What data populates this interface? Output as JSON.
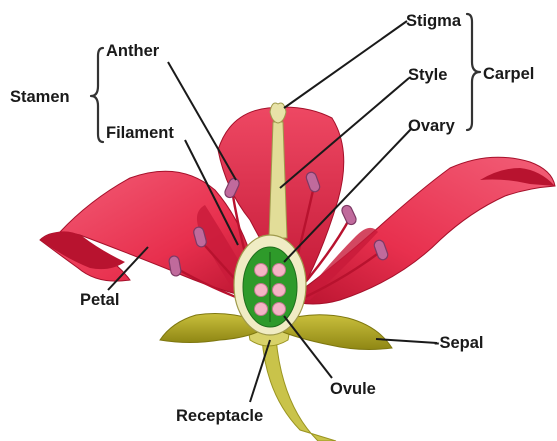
{
  "labels": {
    "stigma": "Stigma",
    "style": "Style",
    "ovary": "Ovary",
    "carpel": "Carpel",
    "anther": "Anther",
    "filament": "Filament",
    "stamen": "Stamen",
    "petal": "Petal",
    "sepal": "-Sepal",
    "ovule": "Ovule",
    "receptacle": "Receptacle"
  },
  "colors": {
    "petal": "#e8304e",
    "petal_dark": "#c4163a",
    "petal_light": "#f7607a",
    "sepal": "#a8a020",
    "sepal_light": "#c8bd3a",
    "stalk": "#c9c34a",
    "style": "#e2dd98",
    "ovary_green": "#2e9a2a",
    "ovule": "#f5b4c6",
    "anther": "#c06a9c",
    "filament": "#b8122e",
    "ink": "#1a1a1a"
  }
}
